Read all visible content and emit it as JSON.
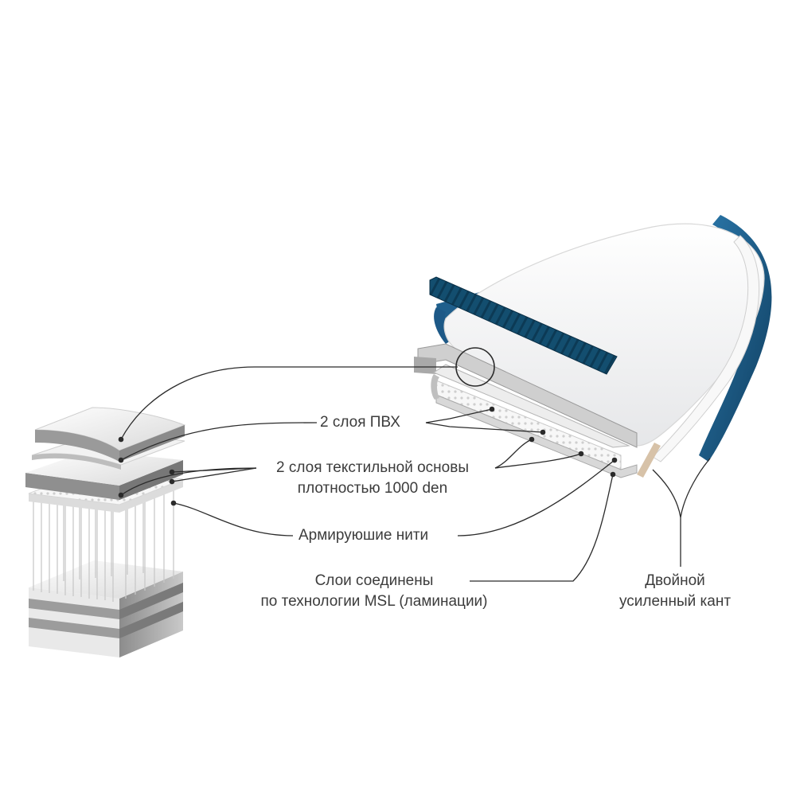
{
  "labels": {
    "pvc_layers": "2 слоя ПВХ",
    "textile_line1": "2 слоя текстильной основы",
    "textile_line2": "плотностью 1000 den",
    "threads": "Армируюшие нити",
    "msl_line1": "Слои соединены",
    "msl_line2": "по технологии MSL (ламинации)",
    "edge_line1": "Двойной",
    "edge_line2": "усиленный кант"
  },
  "colors": {
    "text": "#3c3c3c",
    "leader": "#2b2b2b",
    "deck_pad": "#134e6f",
    "rail_blue": "#1a5b86",
    "board_white": "#f4f4f5",
    "layer_grey": "#bdbdbd"
  }
}
